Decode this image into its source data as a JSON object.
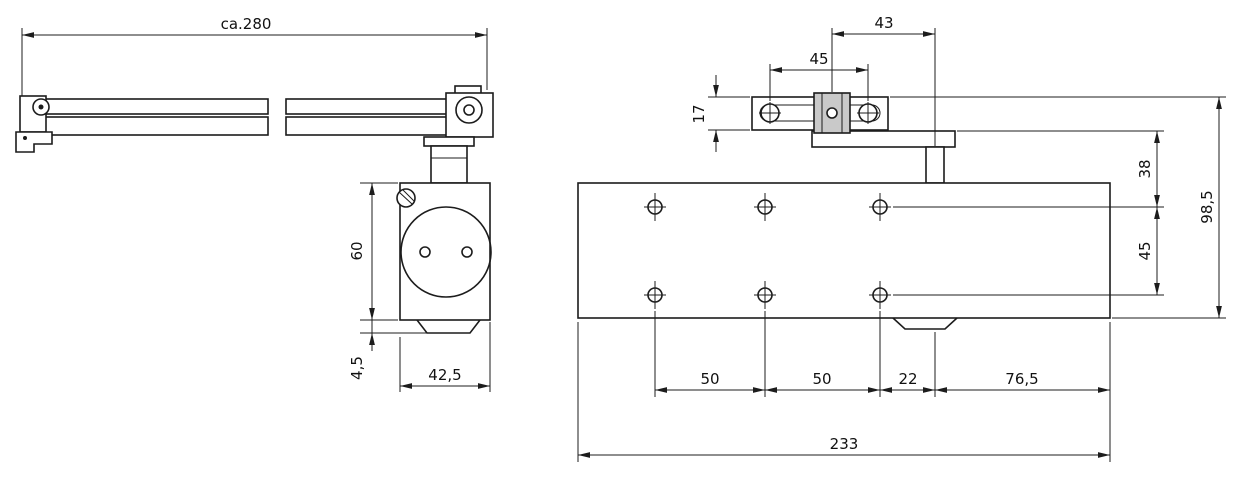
{
  "drawing": {
    "side_view": {
      "overall_width": "ca.280",
      "body_height": "60",
      "foot_height": "4,5",
      "body_width": "42,5"
    },
    "front_view": {
      "pivot_to_spindle": "43",
      "plate_hole_spacing": "45",
      "plate_height": "17",
      "top_to_hole_row": "38",
      "overall_height": "98,5",
      "hole_row_spacing": "45",
      "hole_spacing_left": "50",
      "hole_spacing_mid": "50",
      "hole_to_spindle": "22",
      "spindle_to_edge": "76,5",
      "overall_length": "233"
    },
    "colors": {
      "line": "#1c1c1c",
      "background": "#ffffff"
    }
  }
}
